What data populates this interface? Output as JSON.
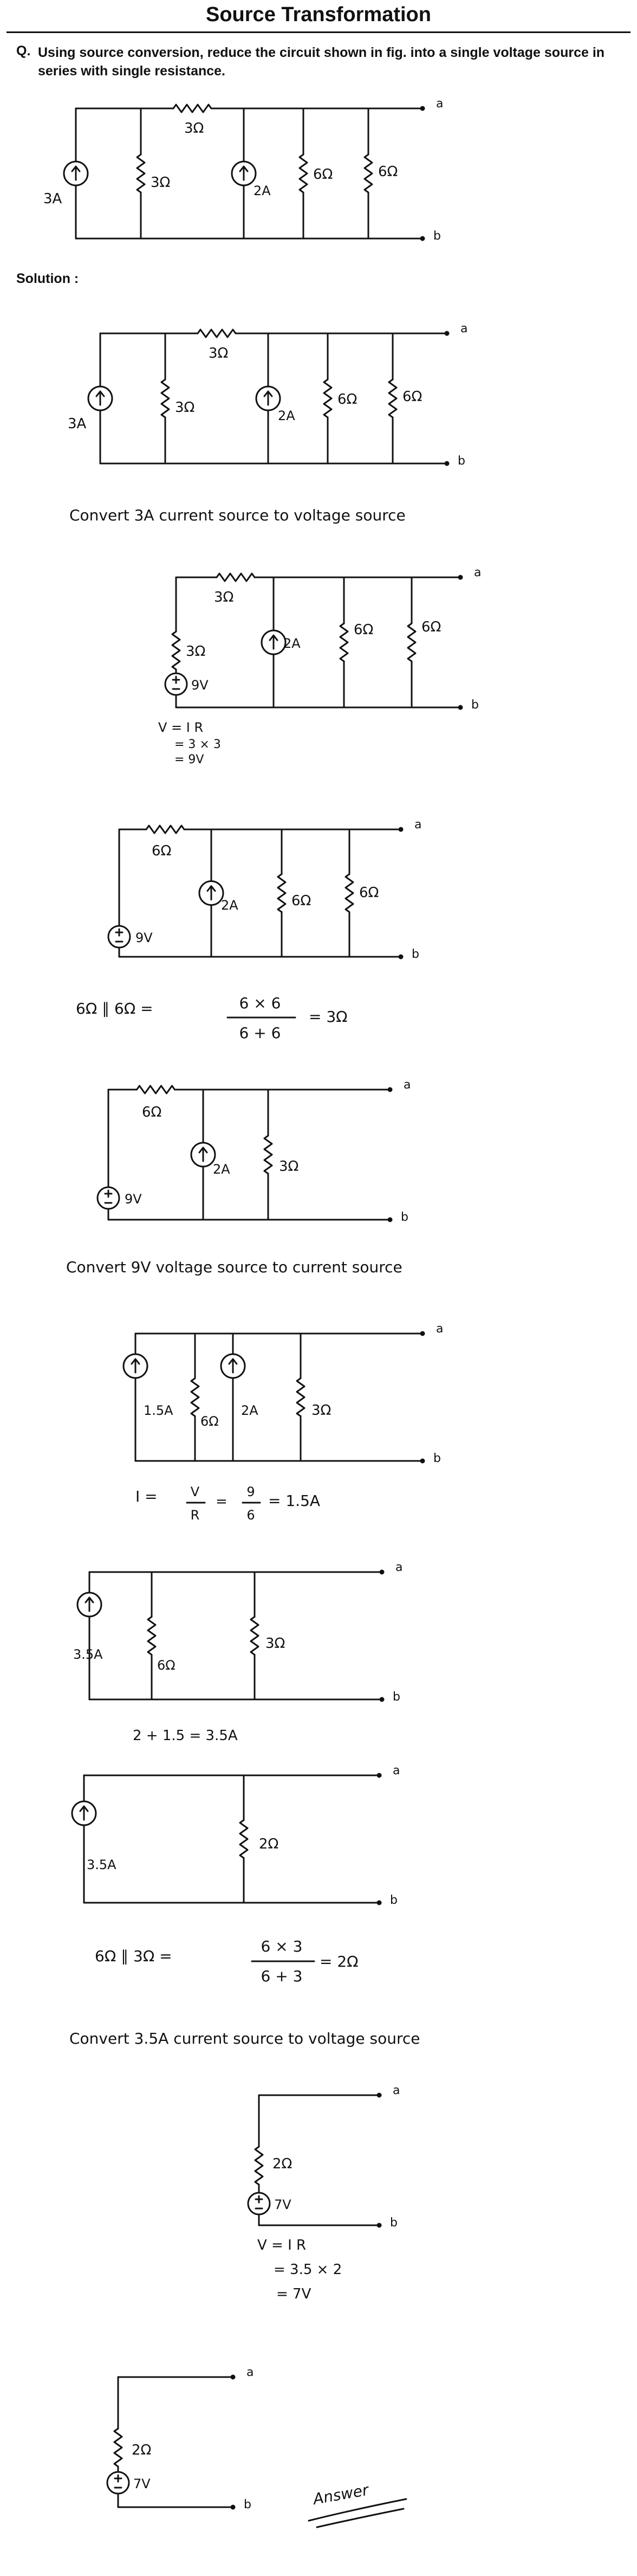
{
  "header": {
    "title": "Source Transformation"
  },
  "question": {
    "label": "Q.",
    "text": "Using source conversion, reduce the circuit shown in fig. into a single voltage source in series with single resistance."
  },
  "solution": {
    "label": "Solution :"
  },
  "labels": {
    "node_a": "a",
    "node_b": "b",
    "r3": "3Ω",
    "r6": "6Ω",
    "r2": "2Ω",
    "i3": "3A",
    "i2": "2A",
    "i15": "1.5A",
    "i35": "3.5A",
    "v9": "9V",
    "v7": "7V"
  },
  "steps": {
    "convert_3a": "Convert   3A   current   source   to   voltage source",
    "v_eq_ir": "V = I R",
    "calc_3x3": "= 3 × 3",
    "calc_9v": "= 9V",
    "par_66_lhs": "6Ω ∥ 6Ω  =",
    "par_66_num": "6 × 6",
    "par_66_den": "6 + 6",
    "par_66_res": "= 3Ω",
    "convert_9v": "Convert   9V  voltage   source   to   current   source",
    "i_lhs": "I  =",
    "i_v": "V",
    "i_r": "R",
    "i_eq": "=",
    "i_9": "9",
    "i_6": "6",
    "i_res": "= 1.5A",
    "sum_i": "2 + 1.5  =  3.5A",
    "par_63_lhs": "6Ω ∥ 3Ω  =",
    "par_63_num": "6 × 3",
    "par_63_den": "6 + 3",
    "par_63_res": "= 2Ω",
    "convert_35a": "Convert   3.5A   current  source   to   voltage source",
    "v_eq_ir_2": "V = I R",
    "calc_35x2": "= 3.5 × 2",
    "calc_7v": "= 7V",
    "answer": "Answer"
  }
}
